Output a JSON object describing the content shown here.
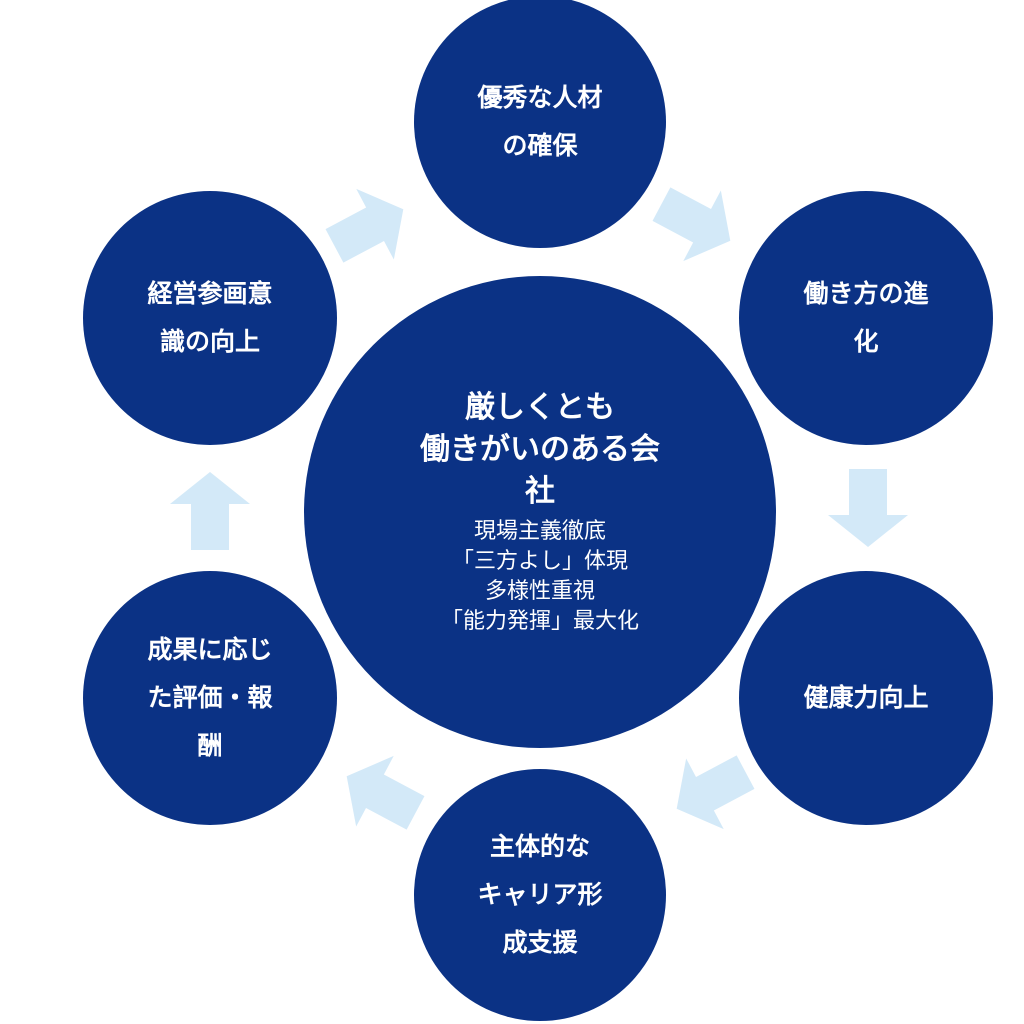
{
  "colors": {
    "circle": "#0b3285",
    "arrow": "#d3e9f8",
    "text": "#ffffff"
  },
  "center": {
    "title": "厳しくとも\n働きがいのある会\n社",
    "points": [
      "現場主義徹底",
      "「三方よし」体現",
      "多様性重視",
      "「能力発揮」最大化"
    ]
  },
  "nodes": [
    {
      "label": "優秀な人材\nの確保"
    },
    {
      "label": "働き方の進\n化"
    },
    {
      "label": "健康力向上"
    },
    {
      "label": "主体的な\nキャリア形\n成支援"
    },
    {
      "label": "成果に応じ\nた評価・報\n酬"
    },
    {
      "label": "経営参画意\n識の向上"
    }
  ]
}
